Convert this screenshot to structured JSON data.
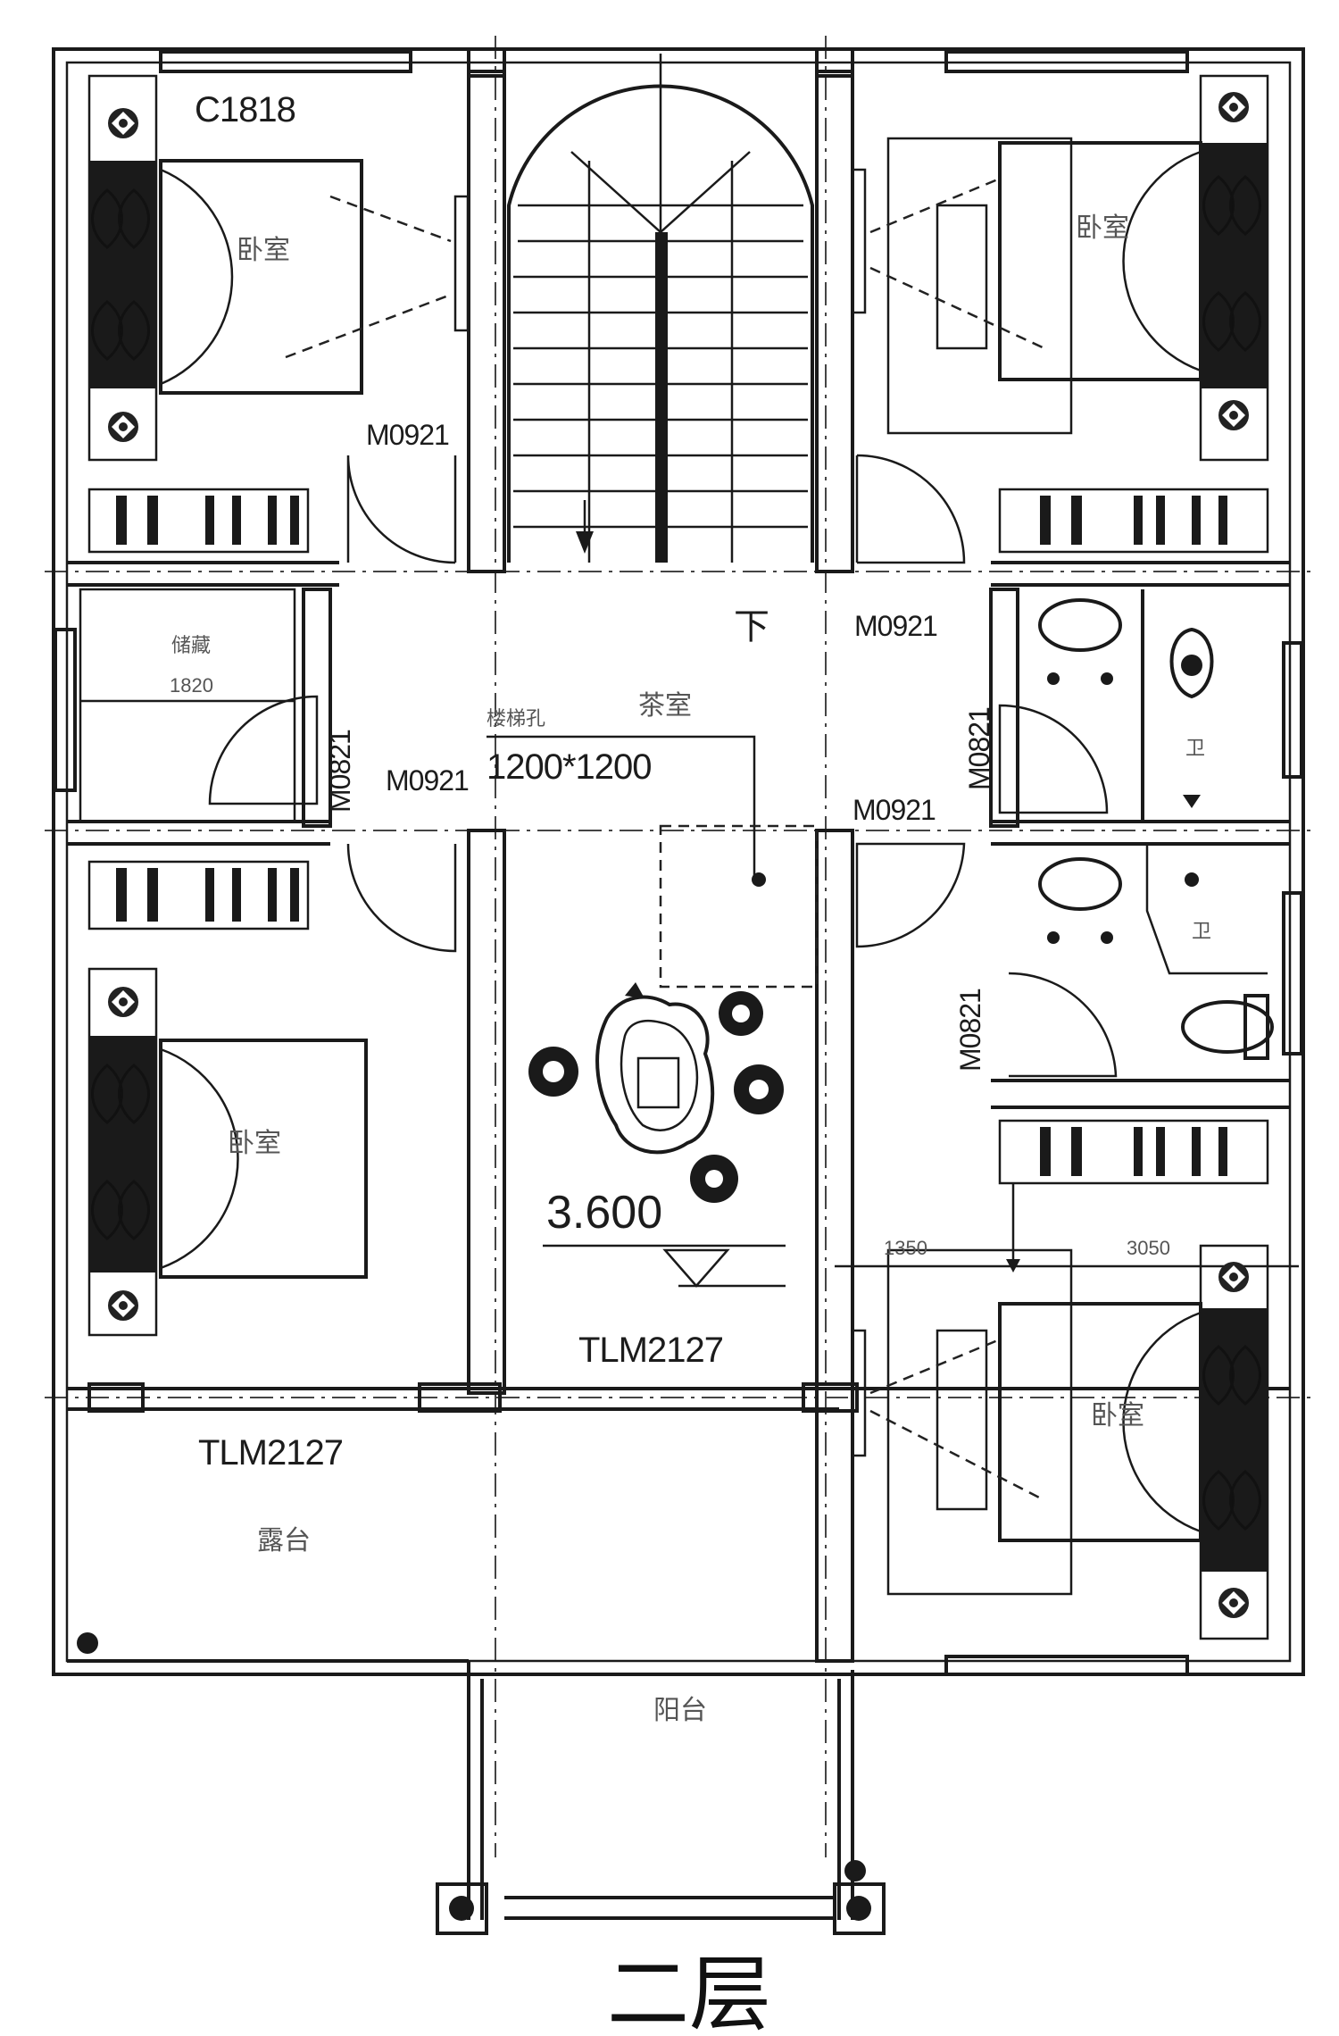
{
  "floor_title": "二层",
  "window_codes": {
    "c1818": "C1818",
    "tlm2127_lower": "TLM2127",
    "tlm2127_center": "TLM2127"
  },
  "door_codes": {
    "m0921_bedroom_tl": "M0921",
    "m0921_hall_left": "M0921",
    "m0821_left_vertical": "M0821",
    "m0921_right_top": "M0921",
    "m0921_right_mid": "M0921",
    "m0821_right_upper": "M0821",
    "m0821_right_lower": "M0821"
  },
  "room_labels": {
    "bedroom_tl": "卧室",
    "bedroom_tr": "卧室",
    "bedroom_bl": "卧室",
    "bedroom_br": "卧室",
    "tea_room": "茶室",
    "terrace": "露台",
    "balcony": "阳台",
    "bath_upper": "卫",
    "bath_lower": "卫",
    "storage": "储藏",
    "storage_dim": "1820"
  },
  "stair_down_label": "下",
  "opening": {
    "label": "楼梯孔",
    "size": "1200*1200"
  },
  "elevation": "3.600",
  "dimensions": {
    "left": "1350",
    "right": "3050"
  }
}
